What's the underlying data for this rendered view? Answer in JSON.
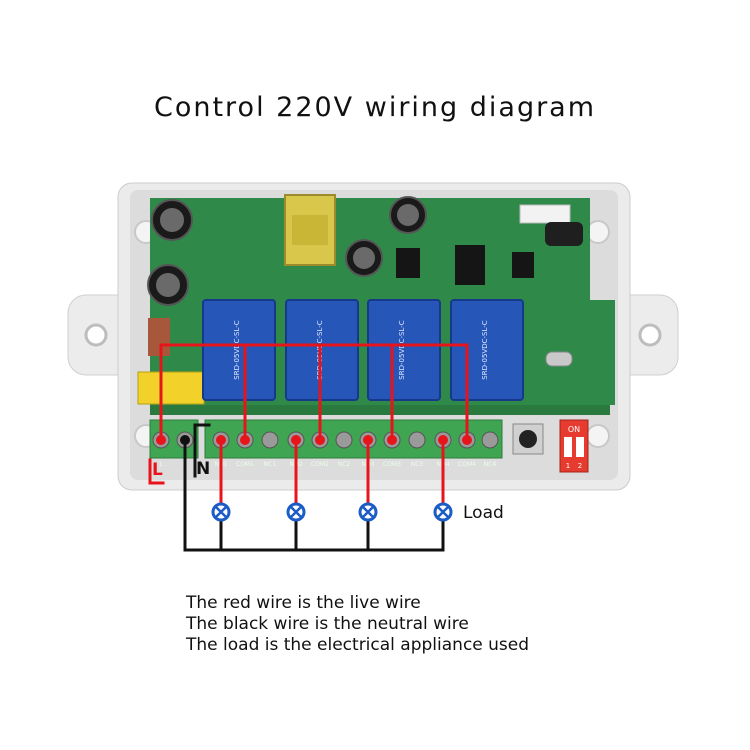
{
  "title": "Control 220V wiring diagram",
  "labels": {
    "live": "L",
    "neutral": "N",
    "load": "Load"
  },
  "relay_marking": "SRD-05VDC-SL-C",
  "terminal_labels": [
    "L",
    "N",
    "NO1",
    "COM1",
    "NC1",
    "NO2",
    "COM2",
    "NC2",
    "NO3",
    "COM3",
    "NC3",
    "NO4",
    "COM4",
    "NC4"
  ],
  "dip_switch_label": "ON",
  "dip_switch_numbers": [
    "1",
    "2"
  ],
  "notes": [
    "The red wire is the live wire",
    "The black wire is the neutral wire",
    "The load is the electrical appliance used"
  ],
  "colors": {
    "live_wire": "#e8141b",
    "neutral_wire": "#111111",
    "load_symbol": "#1b5cc6",
    "pcb": "#2f8a4a",
    "terminal_block": "#3fa552",
    "relay": "#2556b8",
    "dip_switch": "#e63b2e",
    "enclosure": "#e9e9e9"
  }
}
